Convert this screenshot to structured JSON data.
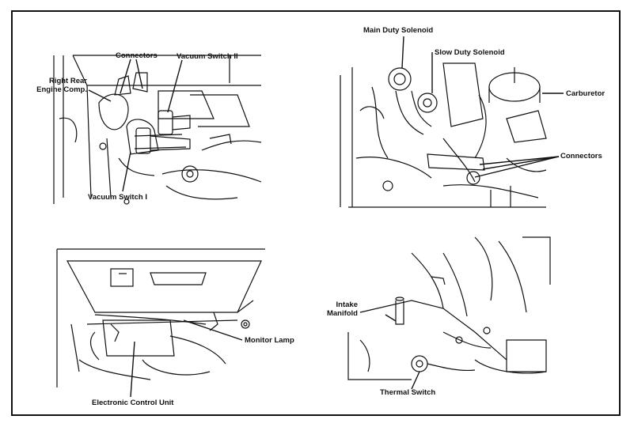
{
  "figure": {
    "panels": [
      {
        "id": "top-left",
        "labels": {
          "connectors": "Connectors",
          "vacuum_switch_2": "Vacuum Switch II",
          "right_rear_line1": "Right Rear",
          "right_rear_line2": "Engine Comp.",
          "vacuum_switch_1": "Vacuum Switch I"
        }
      },
      {
        "id": "top-right",
        "labels": {
          "main_duty_solenoid": "Main Duty Solenoid",
          "slow_duty_solenoid": "Slow Duty Solenoid",
          "carburetor": "Carburetor",
          "connectors": "Connectors"
        }
      },
      {
        "id": "bottom-left",
        "labels": {
          "monitor_lamp": "Monitor Lamp",
          "electronic_control_unit": "Electronic Control Unit"
        }
      },
      {
        "id": "bottom-right",
        "labels": {
          "intake_line1": "Intake",
          "intake_line2": "Manifold",
          "thermal_switch": "Thermal Switch"
        }
      }
    ],
    "colors": {
      "ink": "#111111",
      "paper": "#ffffff"
    }
  }
}
